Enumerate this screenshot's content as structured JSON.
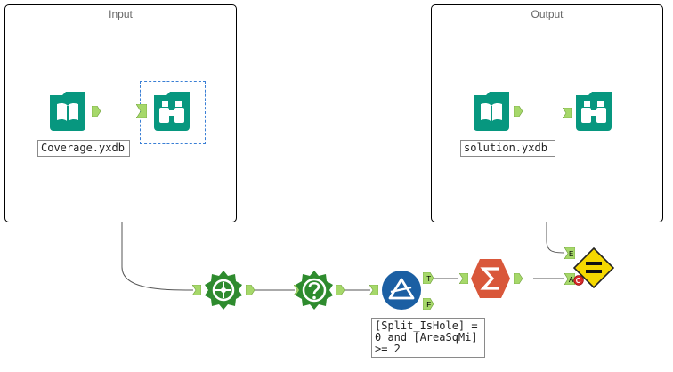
{
  "containers": {
    "input": {
      "title": "Input"
    },
    "output": {
      "title": "Output"
    }
  },
  "annotations": {
    "coverage_file": "Coverage.yxdb",
    "solution_file": "solution.yxdb",
    "filter_expression": "[Split_IsHole] =\n0 and [AreaSqMi]\n>= 2"
  },
  "anchors": {
    "true_label": "T",
    "false_label": "F",
    "e_label": "E",
    "a_label": "A",
    "c_label": "C"
  },
  "colors": {
    "io_teal": "#07977f",
    "spatial_green": "#2e8b2e",
    "filter_blue": "#1b5fa3",
    "summarize_orange": "#d9573a",
    "test_yellow": "#f5d800",
    "anchor_green": "#a6d86a",
    "wire": "#555555",
    "wire_selected": "#1f2fa0"
  },
  "icons": {
    "input_data_1": "open-book-icon",
    "browse_1": "binoculars-icon",
    "input_data_2": "open-book-icon",
    "browse_2": "binoculars-icon",
    "spatial_process": "spatial-process-icon",
    "spatial_info": "spatial-question-icon",
    "filter": "filter-triangle-icon",
    "summarize": "sigma-icon",
    "test": "equals-diamond-icon"
  }
}
